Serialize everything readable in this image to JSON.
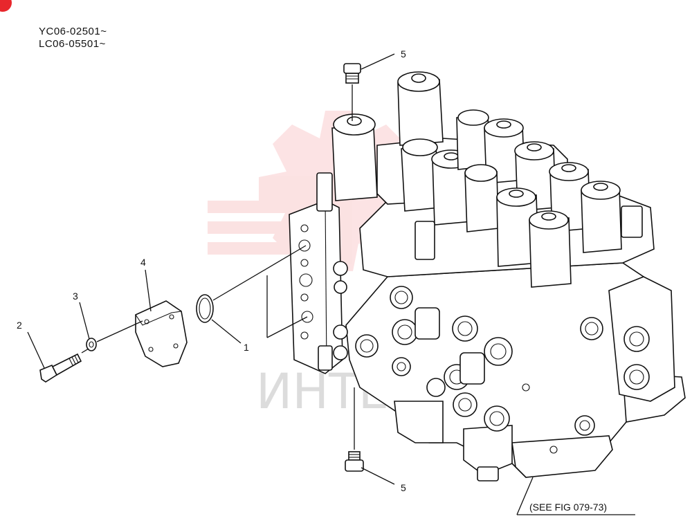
{
  "serials": [
    "YC06-02501~",
    "LC06-05501~"
  ],
  "callouts": {
    "c1": "1",
    "c2": "2",
    "c3": "3",
    "c4": "4",
    "c5_top": "5",
    "c5_bottom": "5"
  },
  "reference": "(SEE FIG 079-73)",
  "watermark": "ИНТЕХ",
  "colors": {
    "line": "#111111",
    "watermark_logo": "#e8272c",
    "watermark_text": "#d4d4d4"
  }
}
